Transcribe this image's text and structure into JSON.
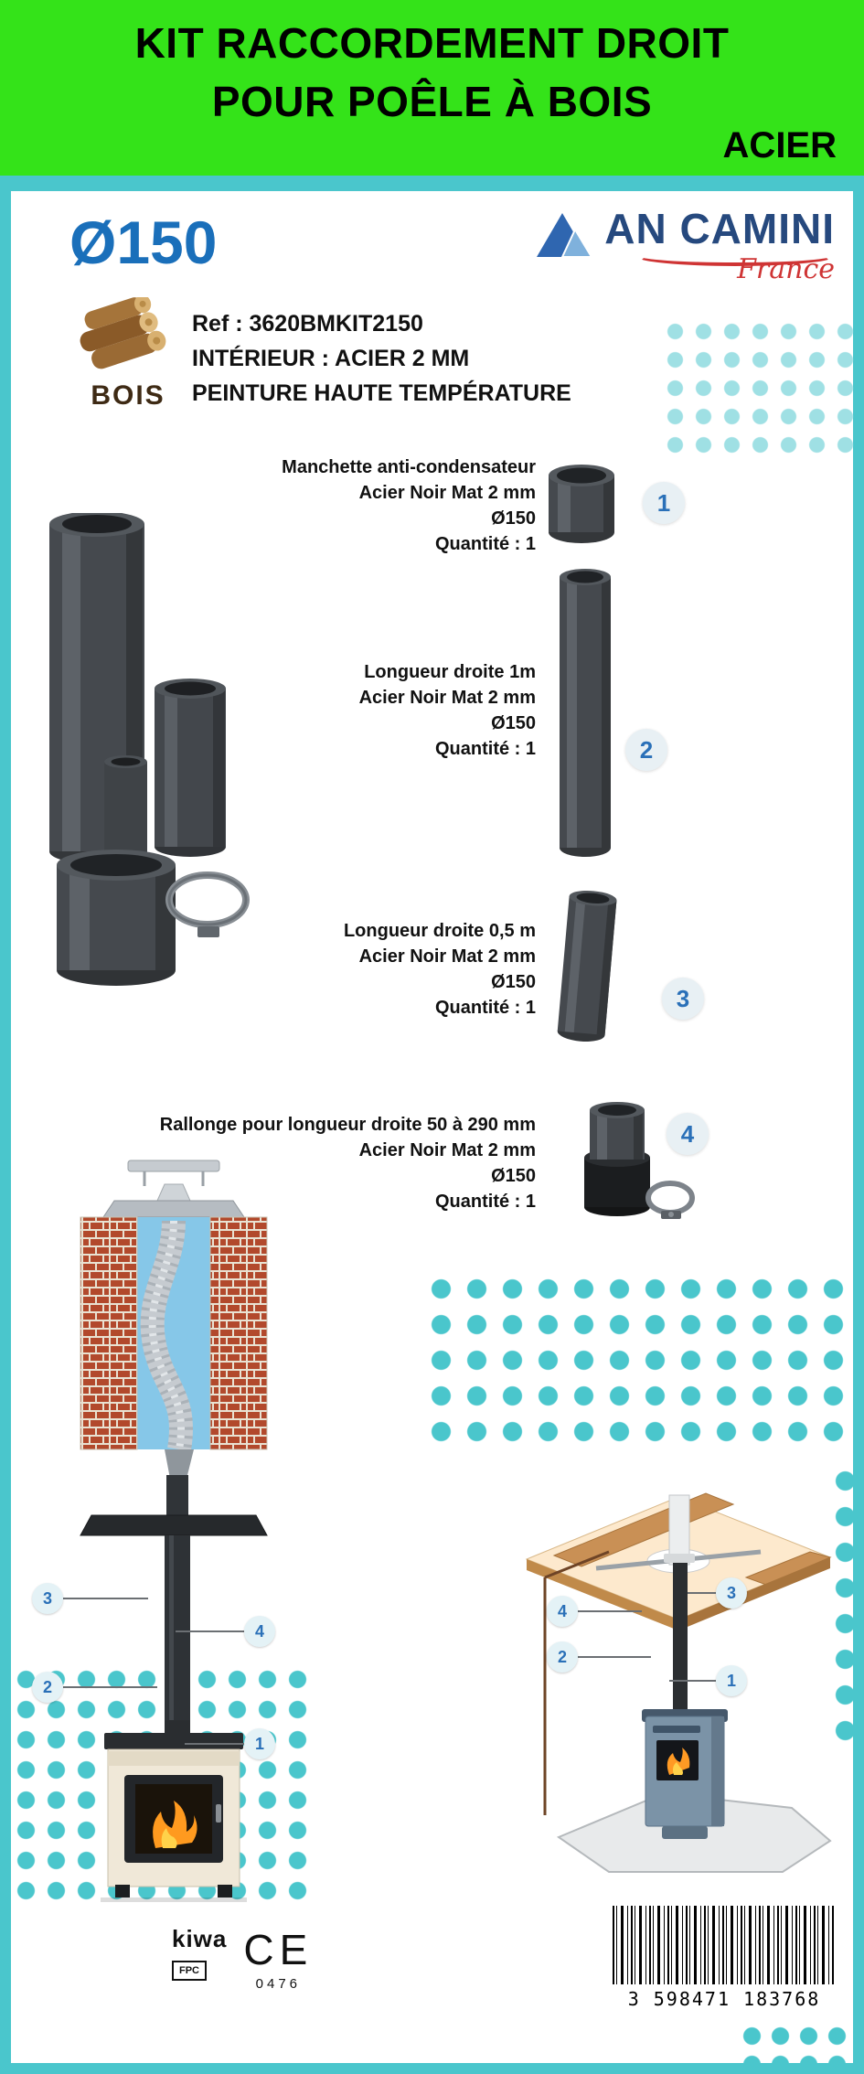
{
  "banner": {
    "line1": "KIT RACCORDEMENT DROIT",
    "line2": "POUR POÊLE À BOIS",
    "material": "ACIER"
  },
  "header": {
    "diameter": "Ø150",
    "brand_name": "AN CAMINI",
    "brand_sub": "France",
    "fuel": "BOIS",
    "ref": "Ref : 3620BMKIT2150",
    "interior": "INTÉRIEUR : ACIER 2 MM",
    "paint": "PEINTURE HAUTE TEMPÉRATURE"
  },
  "items": [
    {
      "number": "1",
      "name": "Manchette anti-condensateur",
      "material": "Acier Noir Mat 2 mm",
      "diameter": "Ø150",
      "quantity": "Quantité : 1"
    },
    {
      "number": "2",
      "name": "Longueur droite 1m",
      "material": "Acier Noir Mat 2 mm",
      "diameter": "Ø150",
      "quantity": "Quantité : 1"
    },
    {
      "number": "3",
      "name": "Longueur droite 0,5 m",
      "material": "Acier Noir Mat 2 mm",
      "diameter": "Ø150",
      "quantity": "Quantité : 1"
    },
    {
      "number": "4",
      "name": "Rallonge pour longueur droite 50 à 290 mm",
      "material": "Acier Noir Mat 2 mm",
      "diameter": "Ø150",
      "quantity": "Quantité : 1"
    }
  ],
  "callouts": {
    "left": [
      "3",
      "4",
      "2",
      "1"
    ],
    "right": [
      "4",
      "3",
      "2",
      "1"
    ]
  },
  "certifications": {
    "kiwa": "kiwa",
    "fpc": "FPC",
    "ce": "CE",
    "ce_number": "0476"
  },
  "barcode": {
    "digits": "3 598471 183768"
  },
  "colors": {
    "background": "#4AC6CC",
    "banner": "#34E319",
    "accent_blue": "#1A6FBA",
    "brand_blue": "#26497E",
    "brand_red": "#CF3434",
    "dot": "#4AC6CC"
  }
}
